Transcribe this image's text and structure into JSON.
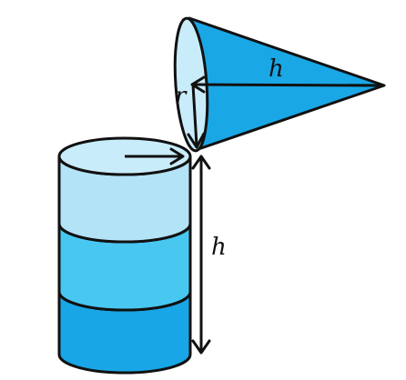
{
  "labels": {
    "cone_height": "h",
    "cone_radius": "r",
    "cylinder_height": "h"
  },
  "colors": {
    "outline": "#111111",
    "cylinder_top_band": "#b3e3f7",
    "cylinder_middle_band": "#48c7f1",
    "cylinder_bottom_band": "#18a6e6",
    "cylinder_top_face": "#c9ecfa",
    "cone_body": "#1aa7e6",
    "cone_base": "#c9ecfa"
  }
}
